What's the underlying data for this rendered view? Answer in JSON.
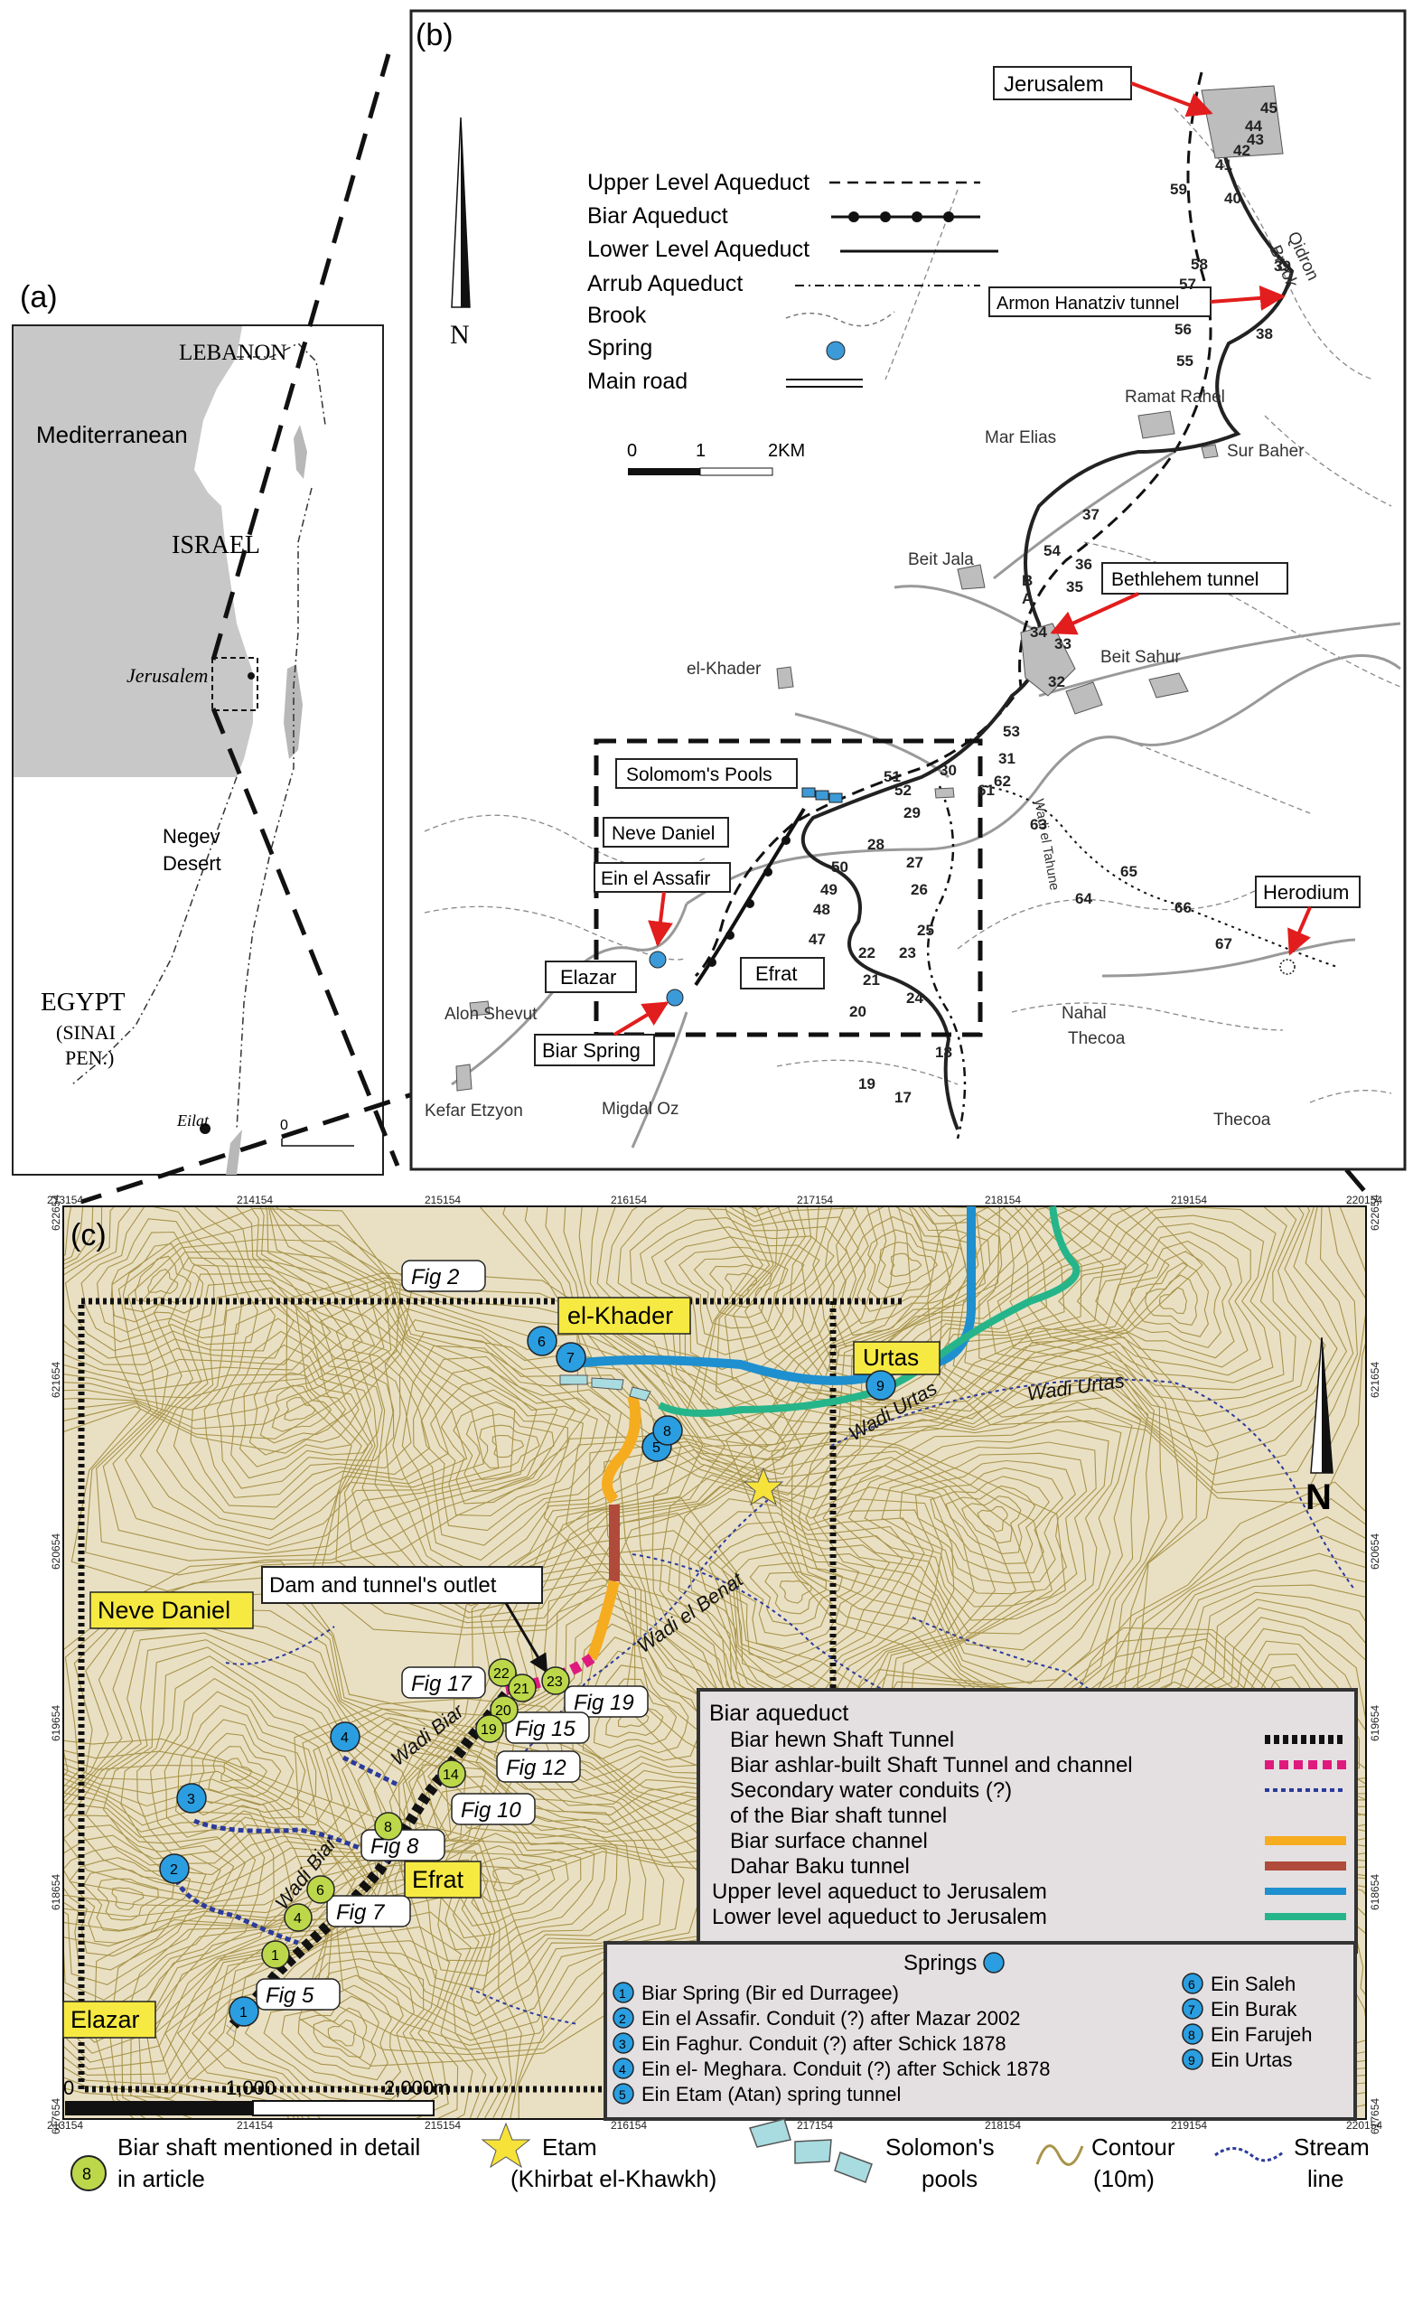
{
  "panel_a": {
    "label": "(a)",
    "places": {
      "lebanon": "LEBANON",
      "mediterranean": "Mediterranean",
      "israel": "ISRAEL",
      "jerusalem": "Jerusalem",
      "negev_line1": "Negev",
      "negev_line2": "Desert",
      "egypt": "EGYPT",
      "sinai_line1": "(SINAI",
      "sinai_line2": "PEN.)",
      "eilat": "Eilat",
      "scale_zero": "0"
    }
  },
  "panel_b": {
    "label": "(b)",
    "legend": [
      {
        "label": "Upper Level Aqueduct",
        "symbol": "dashed"
      },
      {
        "label": "Biar Aqueduct",
        "symbol": "dotted-bold"
      },
      {
        "label": "Lower Level Aqueduct",
        "symbol": "solid"
      },
      {
        "label": "Arrub Aqueduct",
        "symbol": "dash-dot"
      },
      {
        "label": "Brook",
        "symbol": "brook"
      },
      {
        "label": "Spring",
        "symbol": "spring"
      },
      {
        "label": "Main road",
        "symbol": "road"
      }
    ],
    "scale": {
      "zero": "0",
      "one": "1",
      "two": "2KM"
    },
    "callouts": {
      "jerusalem": "Jerusalem",
      "armon": "Armon Hanatziv tunnel",
      "bethlehem": "Bethlehem tunnel",
      "pools": "Solomom's Pools",
      "neve_daniel": "Neve Daniel",
      "ein_assafir": "Ein el Assafir",
      "elazar": "Elazar",
      "biar_spring": "Biar Spring",
      "efrat": "Efrat",
      "herodium": "Herodium"
    },
    "places": {
      "qidron1": "Qidron",
      "qidron2": "Brook",
      "ramat_rahel": "Ramat Rahel",
      "mar_elias": "Mar Elias",
      "sur_baher": "Sur Baher",
      "beit_jala": "Beit Jala",
      "beit_sahur": "Beit Sahur",
      "el_khader": "el-Khader",
      "alon_shevut": "Alon Shevut",
      "kefar_etzyon": "Kefar Etzyon",
      "migdal_oz": "Migdal Oz",
      "nahal": "Nahal",
      "thecoa_river": "Thecoa",
      "thecoa": "Thecoa",
      "wadi_tahune": "Wadi el Tahune"
    },
    "numbers": [
      "45",
      "44",
      "43",
      "42",
      "41",
      "40",
      "59",
      "58",
      "39",
      "38",
      "57",
      "56",
      "55",
      "37",
      "36",
      "35",
      "54",
      "34",
      "33",
      "32",
      "53",
      "31",
      "30",
      "51",
      "52",
      "29",
      "28",
      "50",
      "49",
      "48",
      "27",
      "26",
      "25",
      "47",
      "22",
      "23",
      "21",
      "24",
      "20",
      "19",
      "18",
      "17",
      "61",
      "62",
      "63",
      "64",
      "65",
      "66",
      "67",
      "B",
      "A"
    ]
  },
  "panel_c": {
    "label": "(c)",
    "x_coords": [
      "213154",
      "214154",
      "215154",
      "216154",
      "217154",
      "218154",
      "219154",
      "220154"
    ],
    "y_coords": [
      "622654",
      "621654",
      "620654",
      "619654",
      "618654",
      "617654"
    ],
    "places": {
      "el_khader": "el-Khader",
      "urtas": "Urtas",
      "neve_daniel": "Neve Daniel",
      "efrat": "Efrat",
      "elazar": "Elazar"
    },
    "fig_labels": [
      "Fig 2",
      "Fig 17",
      "Fig 19",
      "Fig 15",
      "Fig 12",
      "Fig 10",
      "Fig 8",
      "Fig 7",
      "Fig 5"
    ],
    "dam_label": "Dam and tunnel's outlet",
    "wadis": [
      "Wadi Urtas",
      "Wadi Urtas",
      "Wadi el Benat",
      "Wadi Biar",
      "Wadi Biar"
    ],
    "shaft_numbers": [
      "22",
      "23",
      "21",
      "20",
      "19",
      "14",
      "8",
      "6",
      "4",
      "1"
    ],
    "spring_numbers": [
      "1",
      "2",
      "3",
      "4",
      "5",
      "6",
      "7",
      "8",
      "9"
    ],
    "scale": {
      "zero": "0",
      "mid": "1,000",
      "end": "2,000m"
    },
    "legend": {
      "title": "Biar aqueduct",
      "items": [
        {
          "label": "Biar hewn Shaft Tunnel",
          "color": "#111111"
        },
        {
          "label": "Biar ashlar-built Shaft Tunnel and channel",
          "color": "#e0197d"
        },
        {
          "label": "Secondary water conduits (?)",
          "color": "#2b3a9c"
        },
        {
          "label": "of the Biar shaft tunnel",
          "color": ""
        },
        {
          "label": "Biar surface channel",
          "color": "#f6ac1f"
        },
        {
          "label": "Dahar Baku tunnel",
          "color": "#b04a3a"
        },
        {
          "label": "Upper level aqueduct to Jerusalem",
          "color": "#1e8fcf"
        },
        {
          "label": "Lower level aqueduct to Jerusalem",
          "color": "#26b58a"
        }
      ]
    },
    "springs": {
      "title": "Springs",
      "left": [
        "Biar Spring (Bir ed Durragee)",
        "Ein el Assafir. Conduit (?) after Mazar 2002",
        "Ein Faghur. Conduit (?) after Schick 1878",
        "Ein el- Meghara. Conduit (?) after Schick 1878",
        "Ein Etam (Atan) spring tunnel"
      ],
      "right": [
        "Ein Saleh",
        "Ein Burak",
        "Ein Farujeh",
        "Ein Urtas"
      ]
    }
  },
  "bottom_legend": {
    "shaft_num": "8",
    "shaft_line1": "Biar shaft mentioned in detail",
    "shaft_line2": "in article",
    "etam_line1": "Etam",
    "etam_line2": "(Khirbat el-Khawkh)",
    "pools_line1": "Solomon's",
    "pools_line2": "pools",
    "contour_line1": "Contour",
    "contour_line2": "(10m)",
    "stream_line1": "Stream",
    "stream_line2": "line"
  },
  "colors": {
    "contour": "#a8944a",
    "map_bg": "#e9e0c4",
    "spring": "#2a9ee0",
    "shaft": "#bcd84a",
    "label_yellow": "#f6ea42",
    "sea": "#c8c8c8"
  }
}
